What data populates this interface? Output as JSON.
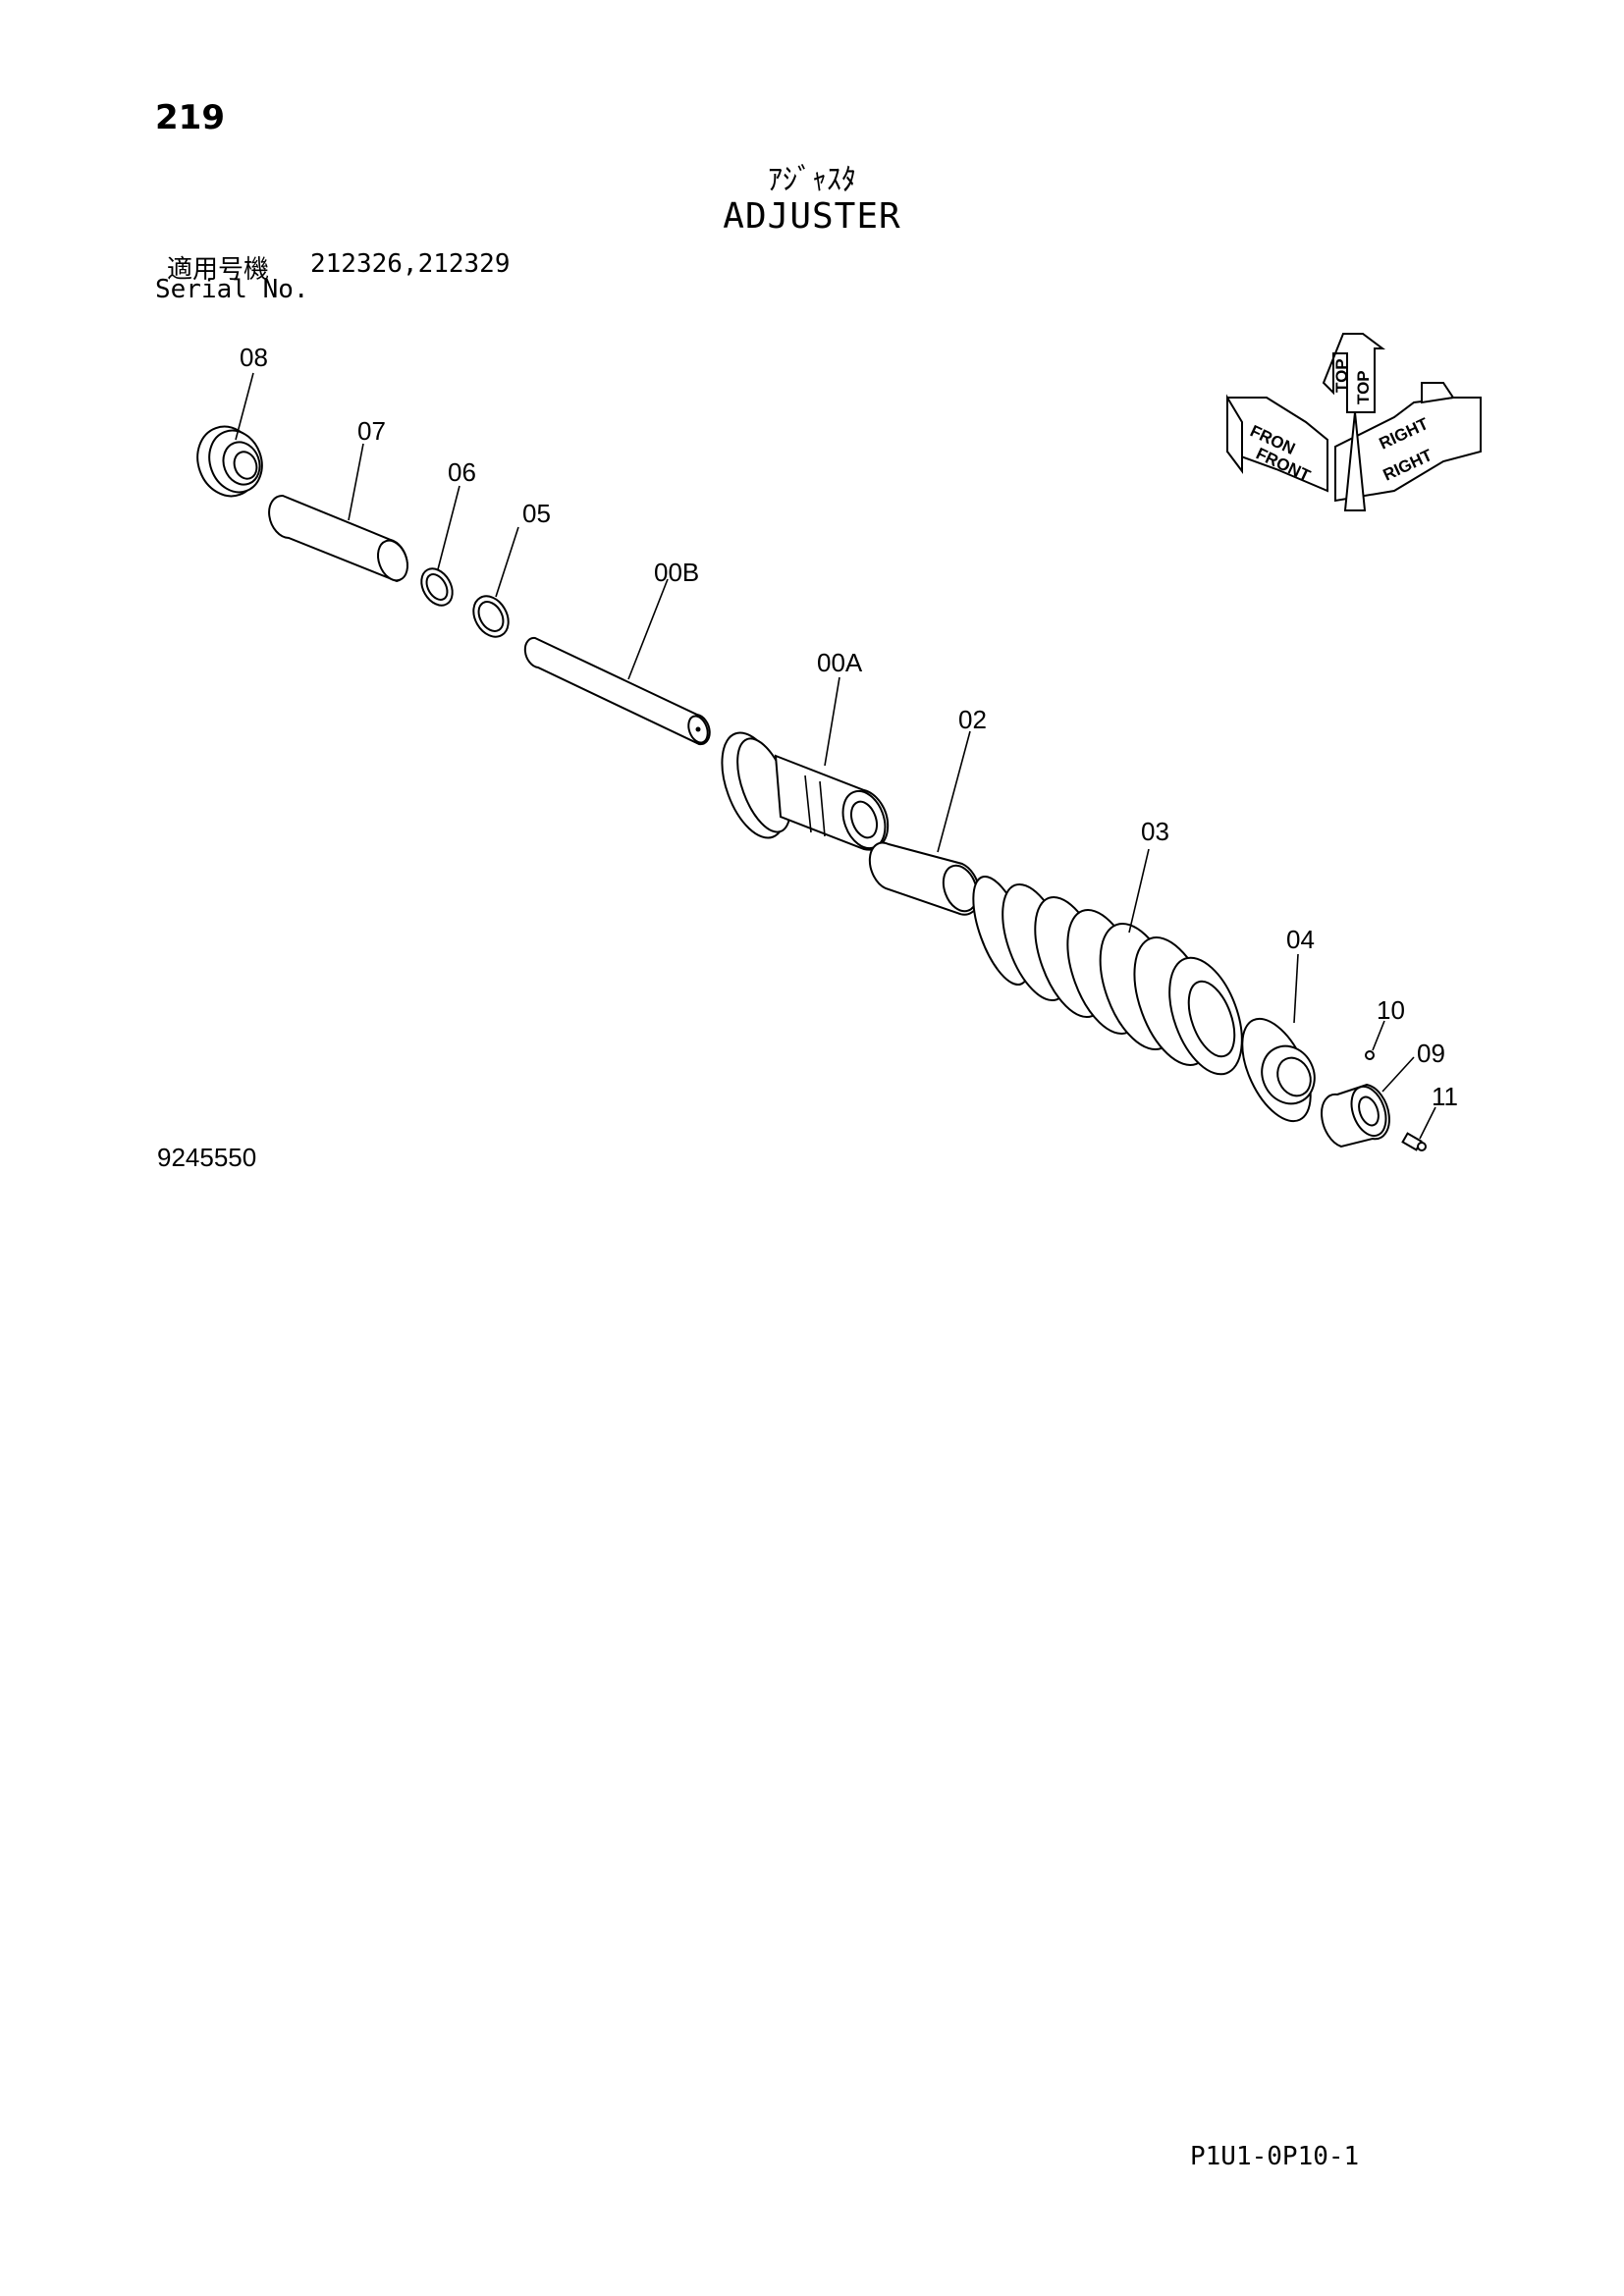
{
  "header": {
    "page_number": "219",
    "title_jp": "ｱｼﾞｬｽﾀ",
    "title_en": "ADJUSTER",
    "serial_label_jp": "適用号機",
    "serial_numbers": "212326,212329",
    "serial_label_en": "Serial No."
  },
  "diagram": {
    "part_labels": [
      "08",
      "07",
      "06",
      "05",
      "00B",
      "00A",
      "02",
      "03",
      "04",
      "10",
      "09",
      "11"
    ],
    "orientation": {
      "top_1": "TOP",
      "top_2": "TOP",
      "front_1": "FRON",
      "front_2": "FRONT",
      "right_1": "RIGHT",
      "right_2": "RIGHT"
    }
  },
  "footer": {
    "drawing_number": "9245550",
    "page_code": "P1U1-0P10-1"
  }
}
